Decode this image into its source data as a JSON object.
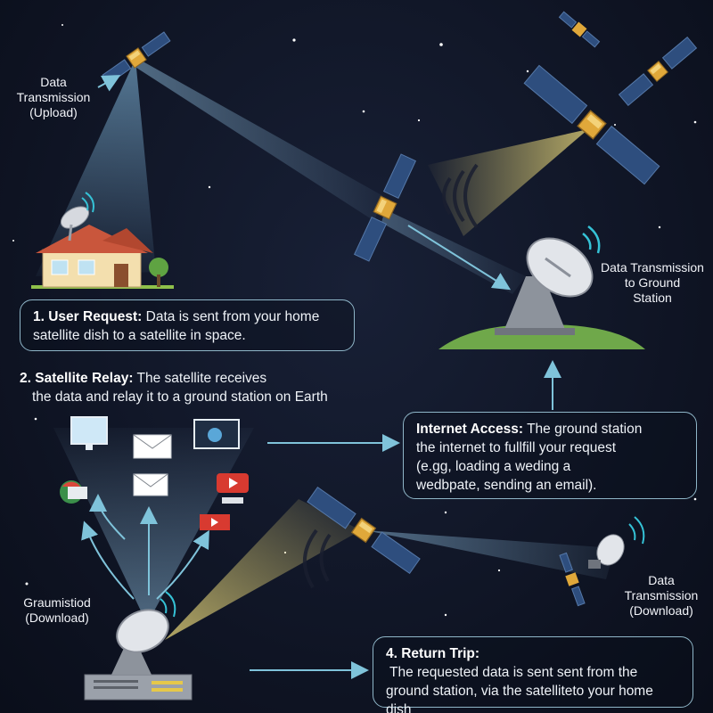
{
  "labels": {
    "upload_line1": "Data",
    "upload_line2": "Transmission",
    "upload_line3": "(Upload)",
    "ground_line1": "Data Transmission",
    "ground_line2": "to Ground",
    "ground_line3": "Station",
    "down_left_line1": "Graumistiod",
    "down_left_line2": "(Download)",
    "down_right_line1": "Data",
    "down_right_line2": "Transmission",
    "down_right_line3": "(Download)"
  },
  "steps": {
    "user_request": {
      "title": "1. User Request:",
      "line1": "Data is sent from your home",
      "line2": "satellite dish to a satellite in space."
    },
    "satellite_relay": {
      "title": "2. Satellite Relay:",
      "line1": "The satellite receives",
      "line2": "the data and relay it to a ground station on Earth"
    },
    "internet_access": {
      "title": "Internet Access:",
      "line1": "The ground station",
      "line2": "the internet to fullfill your request",
      "line3": "(e.gg, loading a weding a",
      "line4": "wedbpate, sending an email)."
    },
    "return_trip": {
      "title": "4. Return Trip:",
      "line1": "The requested data is sent sent from the",
      "line2": "ground station, via the satelliteto your home dish"
    }
  },
  "icons": [
    "satellite-icon",
    "house-icon",
    "satellite-dish-icon",
    "monitor-icon",
    "email-icon",
    "web-page-icon",
    "browser-icon",
    "video-icon",
    "ground-station-icon"
  ],
  "colors": {
    "background": "#0f1424",
    "beam_blue": "#8ec9f0",
    "beam_gold": "#e8d77a",
    "arrow": "#7fc3da",
    "box_border": "#8fb6c8",
    "satellite_body": "#e0a83a",
    "solar_panel": "#2e4e7e"
  }
}
